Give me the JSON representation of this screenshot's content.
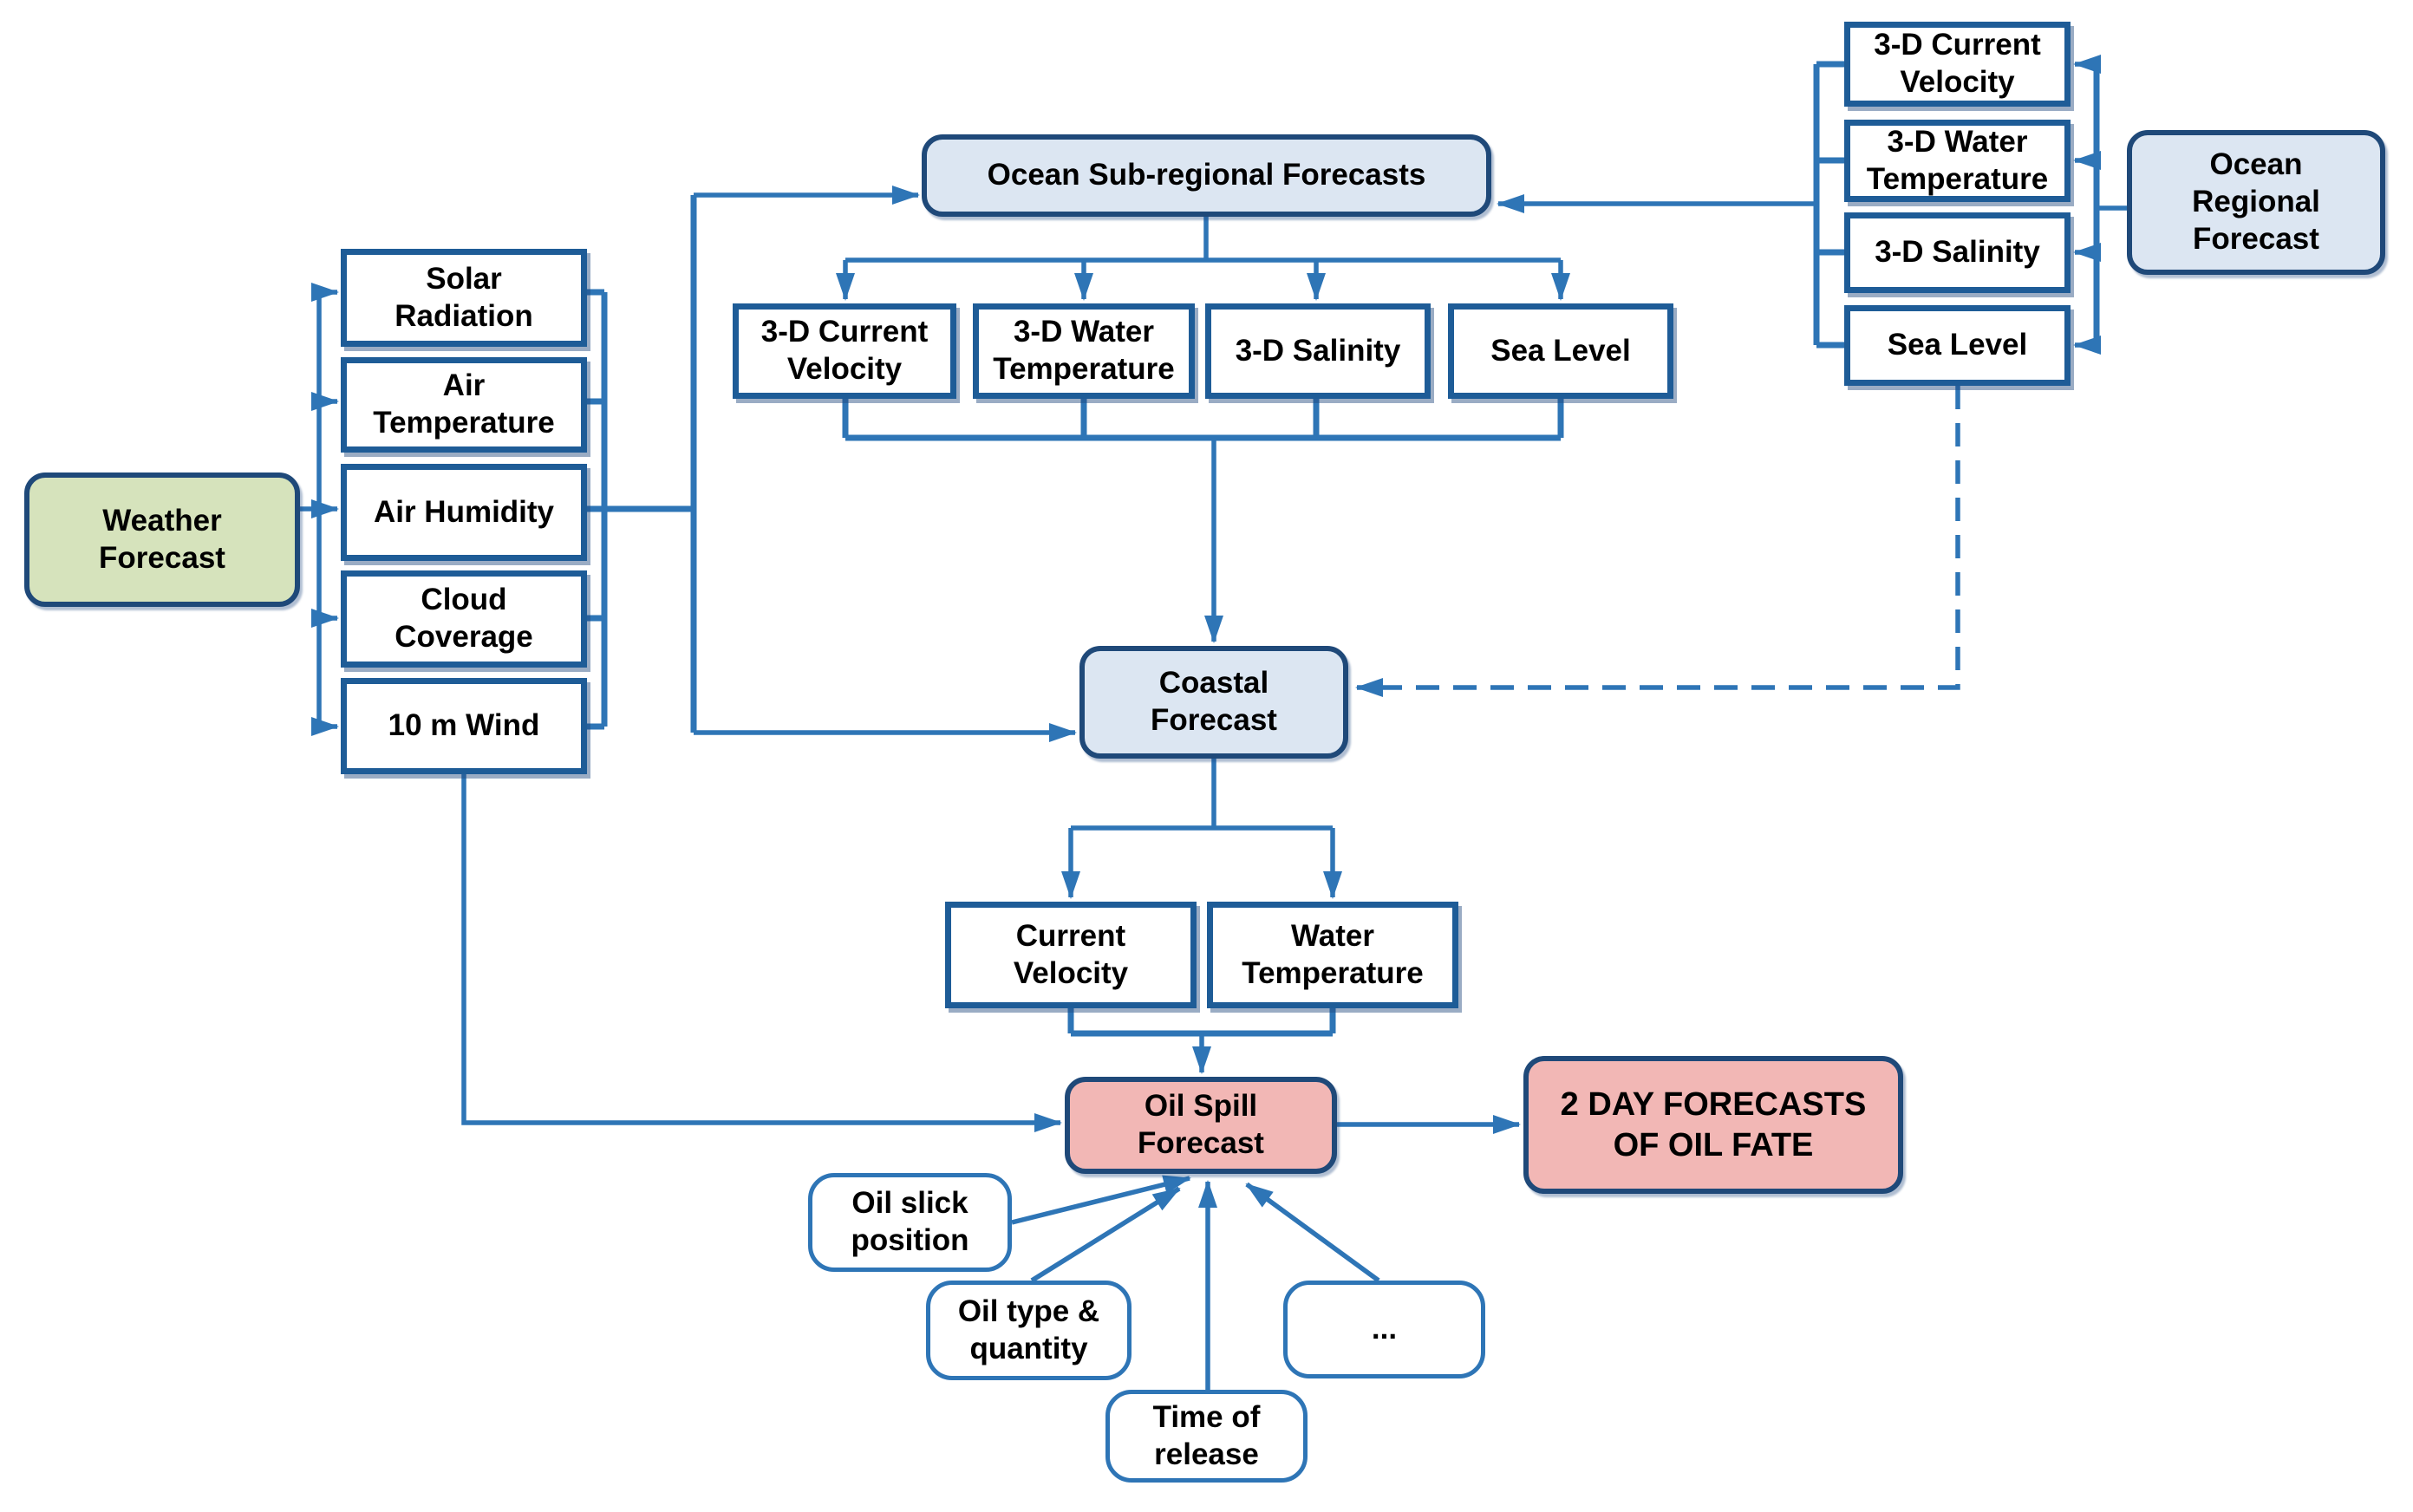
{
  "colors": {
    "line": "#2E75B6",
    "rectBorder": "#1E5C97",
    "roundBorder": "#1F4979",
    "green": "#D6E3BC",
    "lightblue": "#DCE6F2",
    "pink": "#F2B7B5",
    "white": "#FFFFFF"
  },
  "nodes": {
    "weather": {
      "label": "Weather\nForecast"
    },
    "solar": {
      "label": "Solar\nRadiation"
    },
    "airtemp": {
      "label": "Air\nTemperature"
    },
    "airhum": {
      "label": "Air Humidity"
    },
    "cloud": {
      "label": "Cloud\nCoverage"
    },
    "wind": {
      "label": "10 m Wind"
    },
    "osr": {
      "label": "Ocean Sub-regional Forecasts"
    },
    "row_cv": {
      "label": "3-D Current\nVelocity"
    },
    "row_wt": {
      "label": "3-D Water\nTemperature"
    },
    "row_sal": {
      "label": "3-D Salinity"
    },
    "row_sea": {
      "label": "Sea Level"
    },
    "rc_cv": {
      "label": "3-D Current\nVelocity"
    },
    "rc_wt": {
      "label": "3-D Water\nTemperature"
    },
    "rc_sal": {
      "label": "3-D Salinity"
    },
    "rc_sea": {
      "label": "Sea Level"
    },
    "orf": {
      "label": "Ocean\nRegional\nForecast"
    },
    "coastal": {
      "label": "Coastal\nForecast"
    },
    "cv": {
      "label": "Current\nVelocity"
    },
    "wt": {
      "label": "Water\nTemperature"
    },
    "oilspill": {
      "label": "Oil Spill\nForecast"
    },
    "twoday": {
      "label": "2 DAY FORECASTS\nOF OIL FATE"
    },
    "oilslick": {
      "label": "Oil slick\nposition"
    },
    "oiltype": {
      "label": "Oil type &\nquantity"
    },
    "timerel": {
      "label": "Time of\nrelease"
    },
    "dots": {
      "label": "..."
    }
  }
}
